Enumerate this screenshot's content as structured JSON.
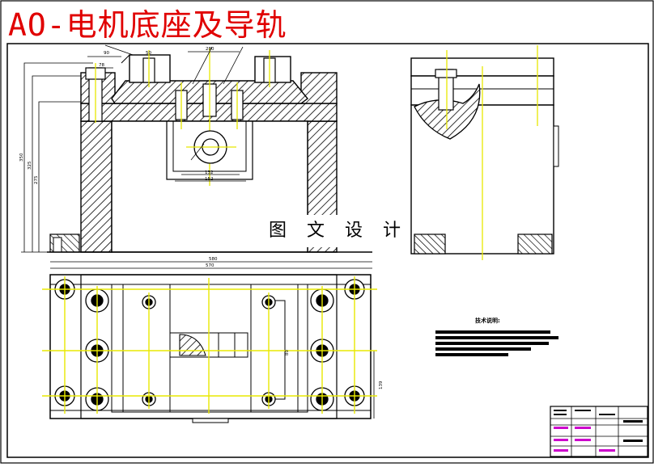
{
  "title": "AO-电机底座及导轨",
  "watermark": "图 文 设 计",
  "technical_notes_title": "技术说明:",
  "dimensions": {
    "top_width_1": "90",
    "top_width_2": "50",
    "top_width_3": "280",
    "side_small": "78",
    "height_1": "350",
    "height_2": "325",
    "height_3": "275",
    "inner_1": "132",
    "inner_2": "152",
    "overall_width_1": "580",
    "overall_width_2": "570",
    "slot_length": "80",
    "side_height": "139"
  },
  "colors": {
    "title": "#e00000",
    "center_line": "#e8e800",
    "outline": "#000000",
    "title_block_accent": "#cc00cc"
  }
}
